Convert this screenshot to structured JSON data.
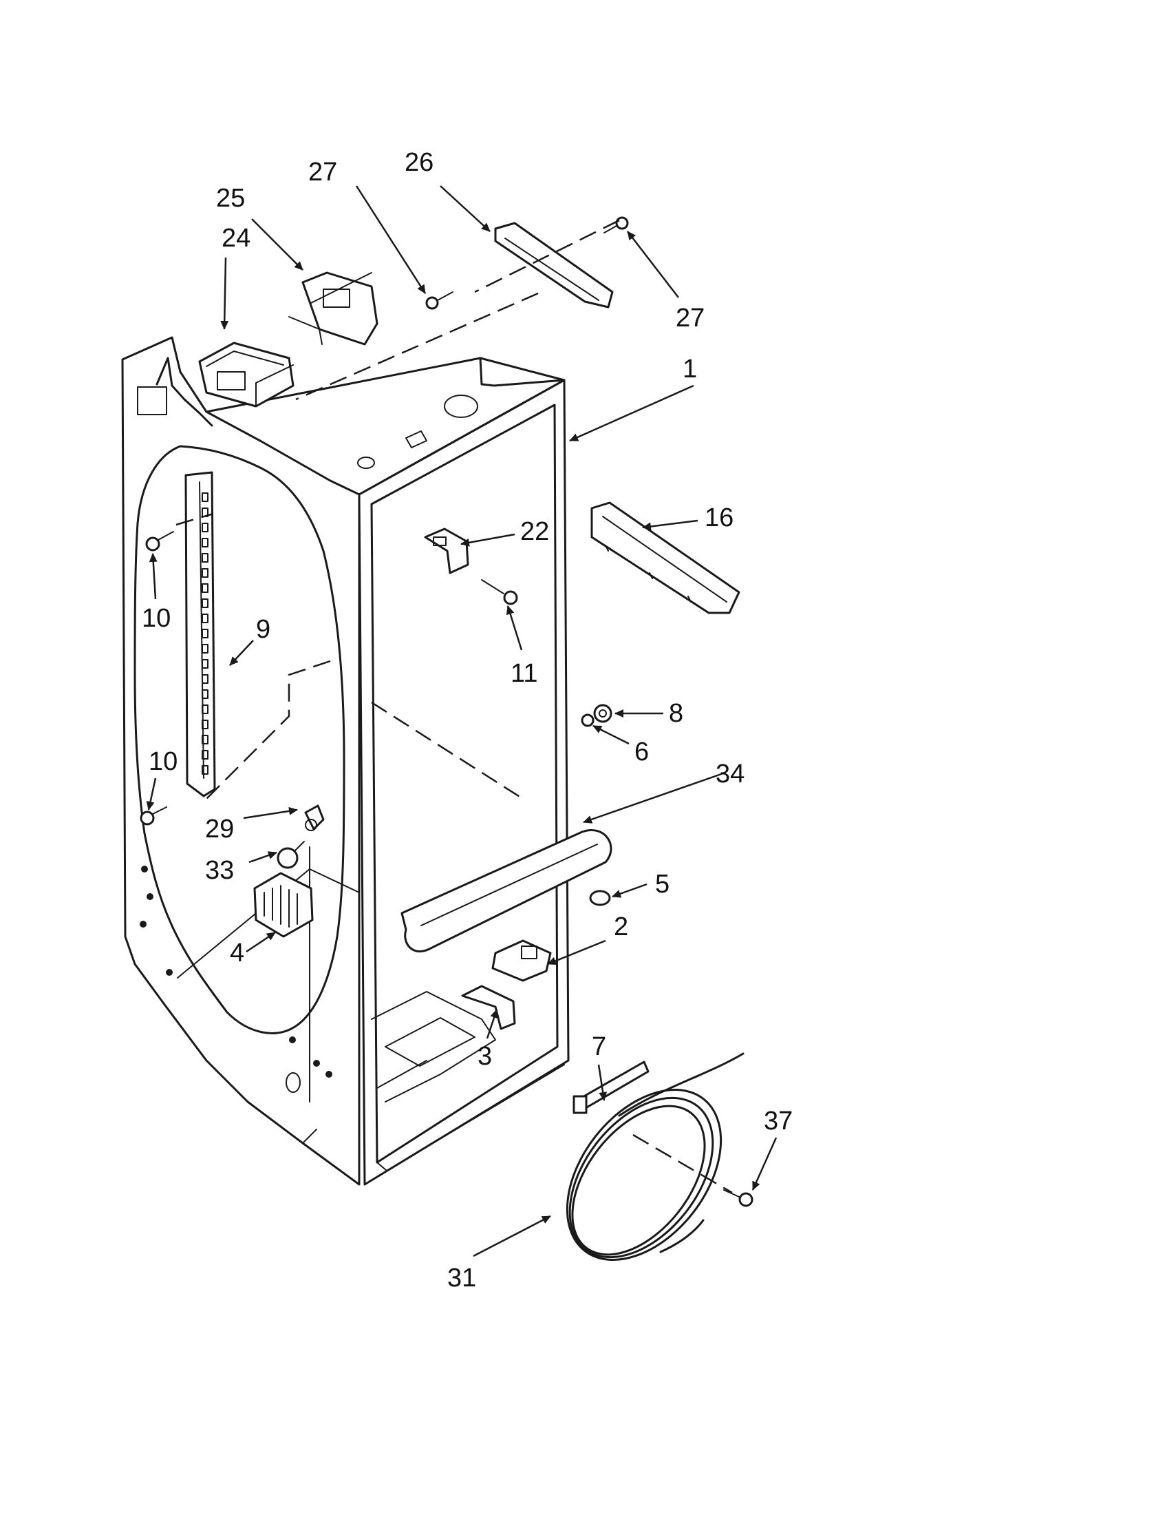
{
  "callouts": {
    "c1": "1",
    "c2": "2",
    "c3": "3",
    "c4": "4",
    "c5": "5",
    "c6": "6",
    "c7": "7",
    "c8": "8",
    "c9": "9",
    "c10a": "10",
    "c10b": "10",
    "c11": "11",
    "c16": "16",
    "c22": "22",
    "c24": "24",
    "c25": "25",
    "c26": "26",
    "c27a": "27",
    "c27b": "27",
    "c29": "29",
    "c31": "31",
    "c33": "33",
    "c34": "34",
    "c37": "37"
  }
}
